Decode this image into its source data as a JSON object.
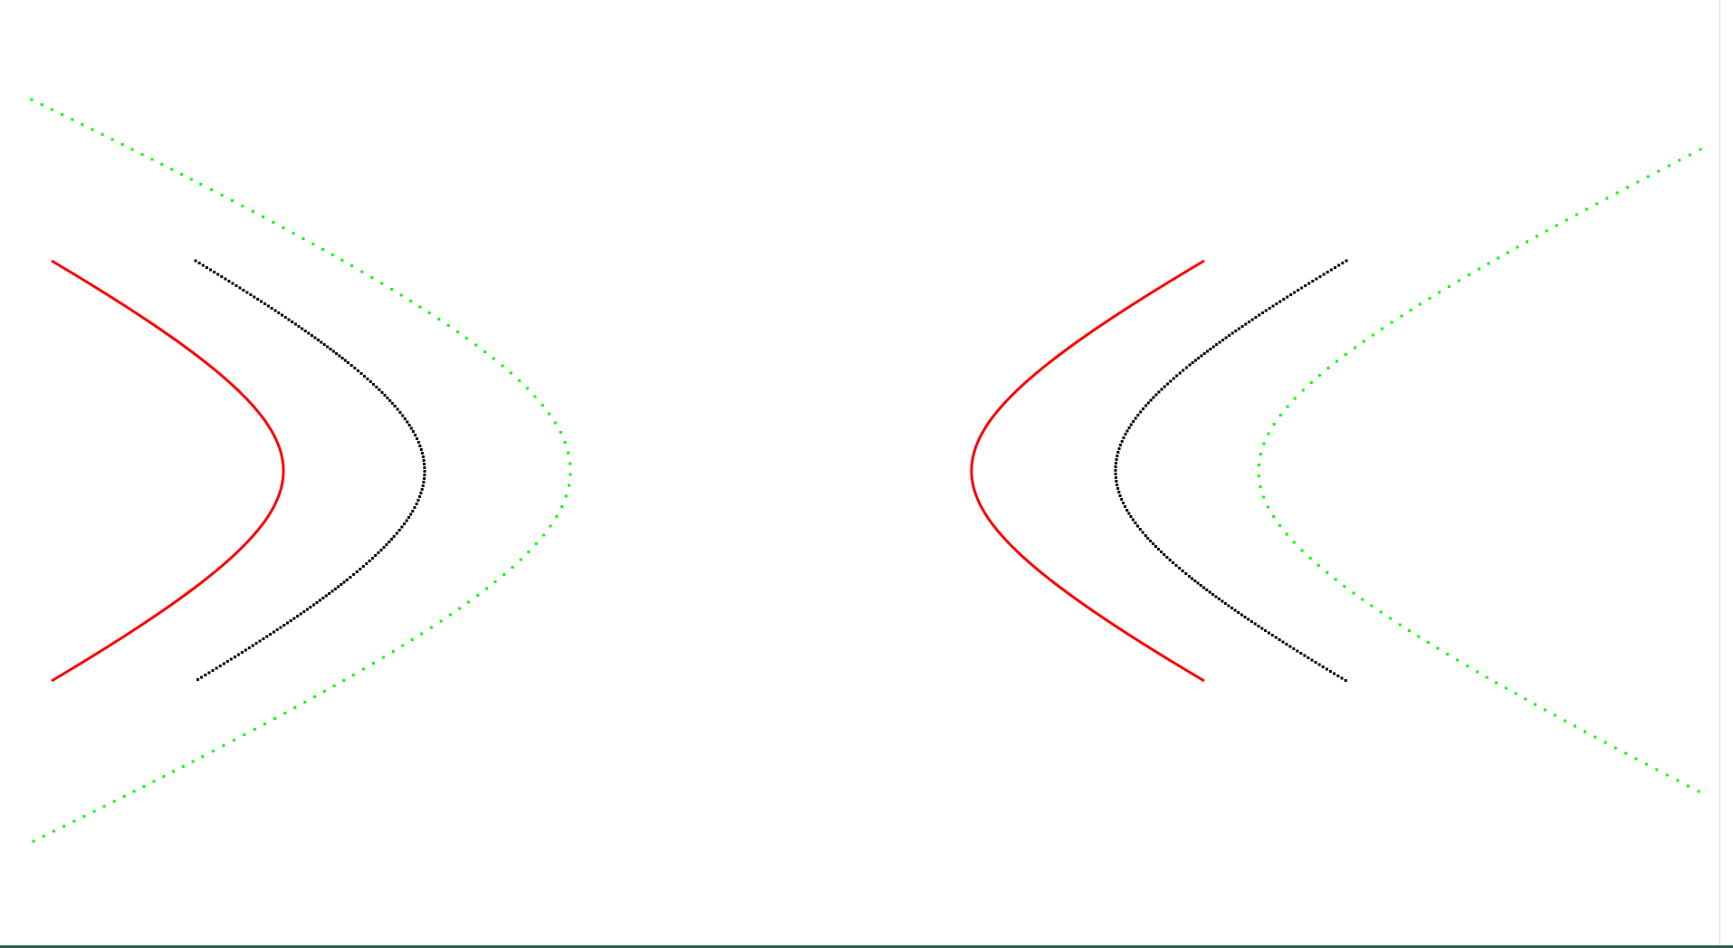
{
  "canvas": {
    "background": "#ffffff",
    "edge_color": "#2f5f4f"
  },
  "diagram": {
    "description_key": "mirrored-hyperbola-curves",
    "curves": [
      {
        "id": "red-left",
        "color": "#ff0000",
        "style": "solid",
        "side": "left",
        "vertex_x": 0.164,
        "center_x": 0.5,
        "spread": 0.36
      },
      {
        "id": "black-left",
        "color": "#000000",
        "style": "dotted-dense",
        "side": "left",
        "vertex_x": 0.247,
        "center_x": 0.5,
        "spread": 0.36
      },
      {
        "id": "green-left",
        "color": "#00ff00",
        "style": "dotted-sparse",
        "side": "left",
        "vertex_x": 0.332,
        "center_x": 0.5,
        "spread": 0.63
      },
      {
        "id": "red-right",
        "color": "#ff0000",
        "style": "solid",
        "side": "right",
        "vertex_x": 0.566,
        "center_x": 0.5,
        "spread": 0.36
      },
      {
        "id": "black-right",
        "color": "#000000",
        "style": "dotted-dense",
        "side": "right",
        "vertex_x": 0.65,
        "center_x": 0.5,
        "spread": 0.36
      },
      {
        "id": "green-right",
        "color": "#00ff00",
        "style": "dotted-sparse",
        "side": "right",
        "vertex_x": 0.733,
        "center_x": 0.5,
        "spread": 0.55
      }
    ]
  }
}
